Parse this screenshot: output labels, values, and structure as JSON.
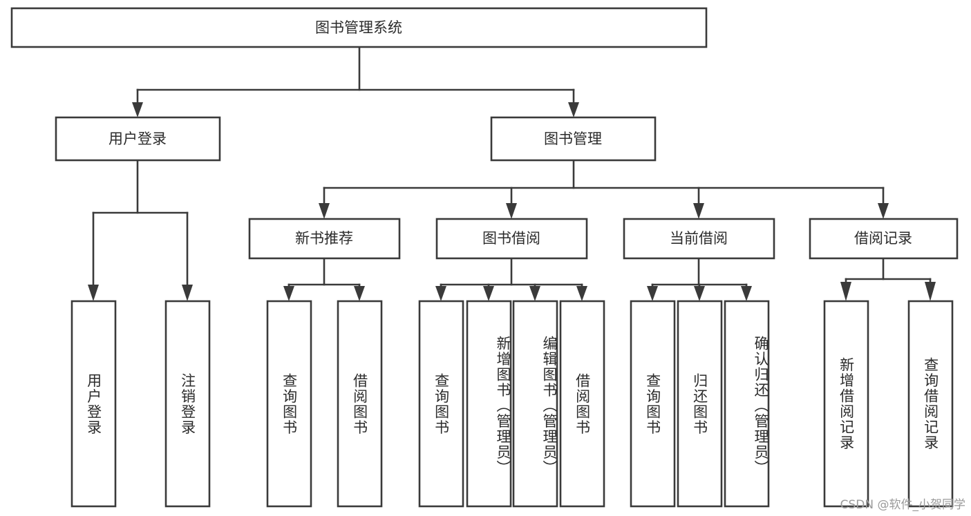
{
  "diagram": {
    "title": "图书管理系统",
    "type": "tree",
    "watermark": "CSDN @软件_小贺同学",
    "colors": {
      "stroke": "#3a3a3a",
      "fill": "#ffffff",
      "text": "#2b2b2b",
      "watermark": "#9a9a9a",
      "background": "#ffffff"
    },
    "levels": {
      "root": {
        "label": "图书管理系统"
      },
      "level2": [
        {
          "label": "用户登录"
        },
        {
          "label": "图书管理"
        }
      ],
      "level3": [
        {
          "label": "新书推荐"
        },
        {
          "label": "图书借阅"
        },
        {
          "label": "当前借阅"
        },
        {
          "label": "借阅记录"
        }
      ],
      "leaves": {
        "user_login": [
          {
            "label": "用户登录"
          },
          {
            "label": "注销登录"
          }
        ],
        "new_book_recommend": [
          {
            "label": "查询图书"
          },
          {
            "label": "借阅图书"
          }
        ],
        "book_borrow": [
          {
            "label": "查询图书"
          },
          {
            "label": "新增图书（管理员）"
          },
          {
            "label": "编辑图书（管理员）"
          },
          {
            "label": "借阅图书"
          }
        ],
        "current_borrow": [
          {
            "label": "查询图书"
          },
          {
            "label": "归还图书"
          },
          {
            "label": "确认归还（管理员）"
          }
        ],
        "borrow_records": [
          {
            "label": "新增借阅记录"
          },
          {
            "label": "查询借阅记录"
          }
        ]
      }
    }
  }
}
